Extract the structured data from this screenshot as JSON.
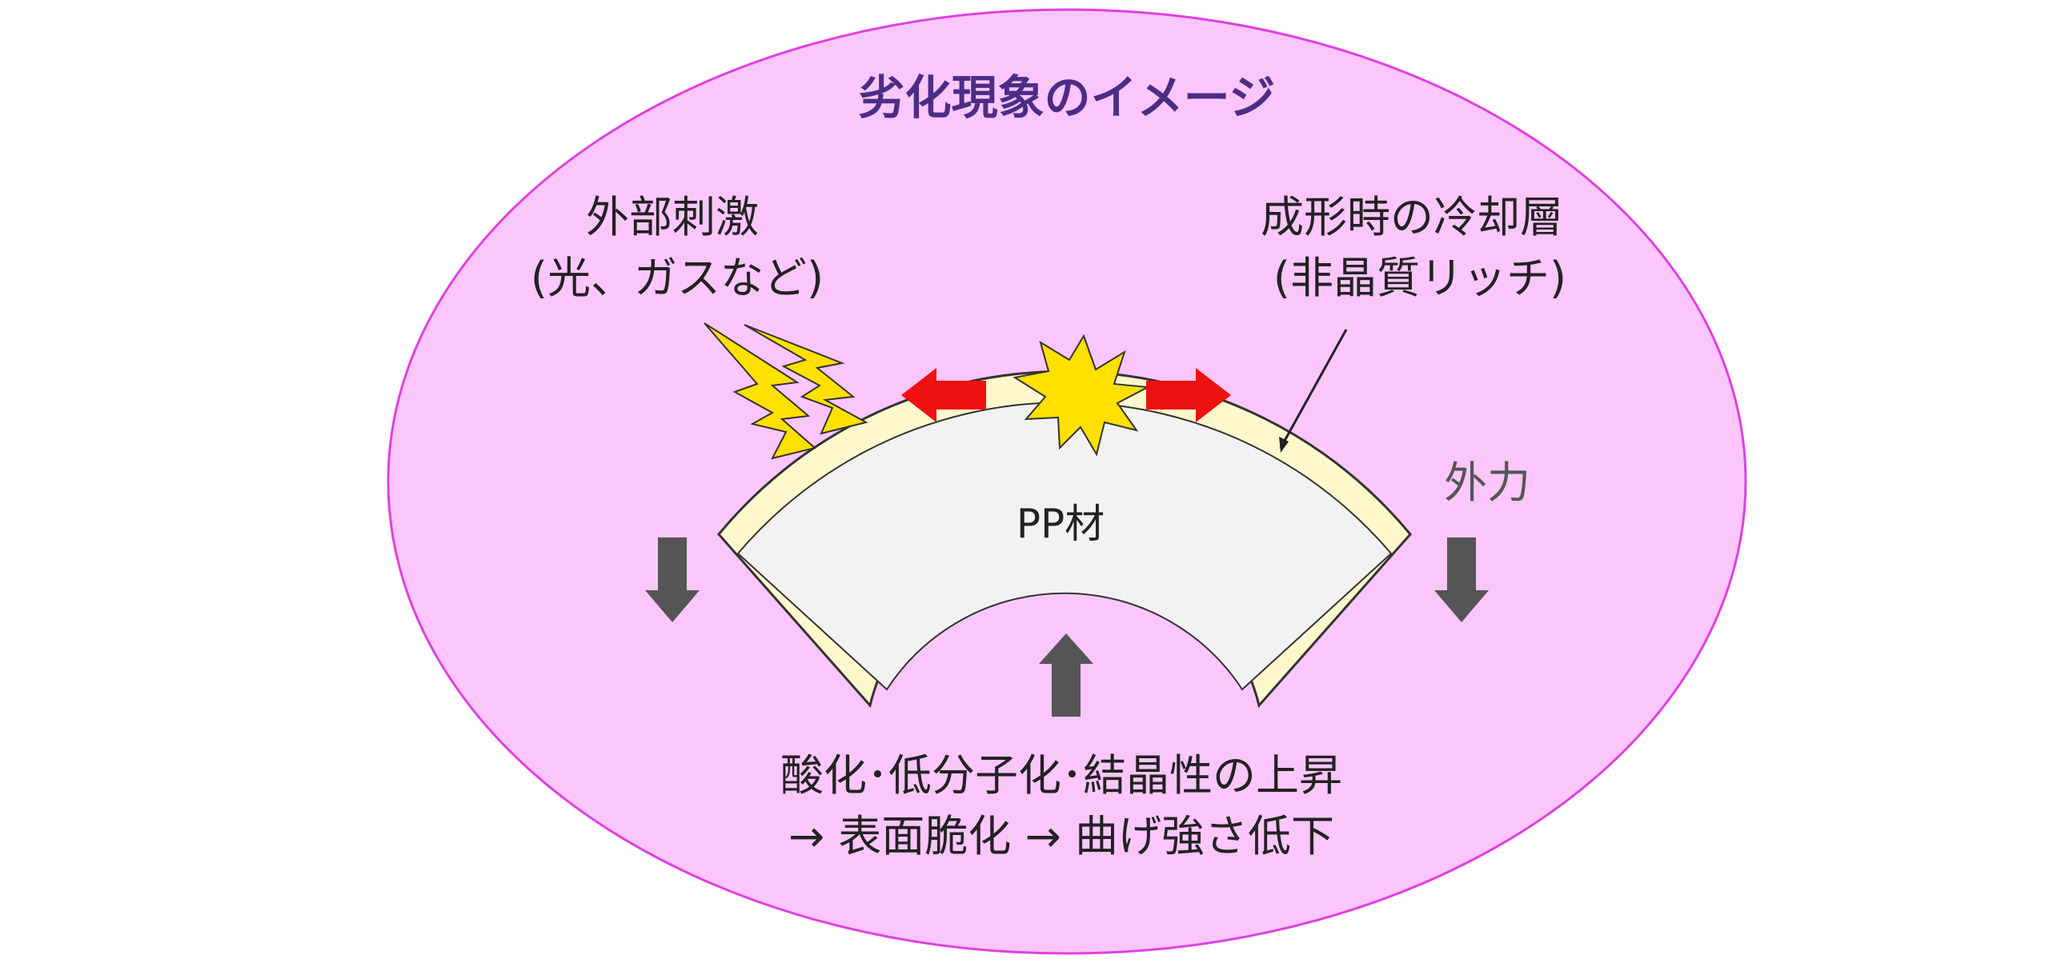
{
  "title": "劣化現象のイメージ",
  "labels": {
    "external_stimulus_line1": "外部刺激",
    "external_stimulus_line2": "(光、ガスなど)",
    "cooling_layer_line1": "成形時の冷却層",
    "cooling_layer_line2": "(非晶質リッチ)",
    "external_force": "外力",
    "material": "PP材",
    "result_line1": "酸化･低分子化･結晶性の上昇",
    "result_line2": "→ 表面脆化 → 曲げ強さ低下"
  },
  "colors": {
    "background_ellipse": "#fbc6fb",
    "ellipse_stroke": "#e040e0",
    "title": "#4b2d86",
    "surface_layer": "#fff8cc",
    "material_core": "#f2f2f2",
    "lightning": "#ffe000",
    "impact_star": "#ffe000",
    "red_arrow": "#ee1111",
    "force_arrow": "#555555"
  }
}
